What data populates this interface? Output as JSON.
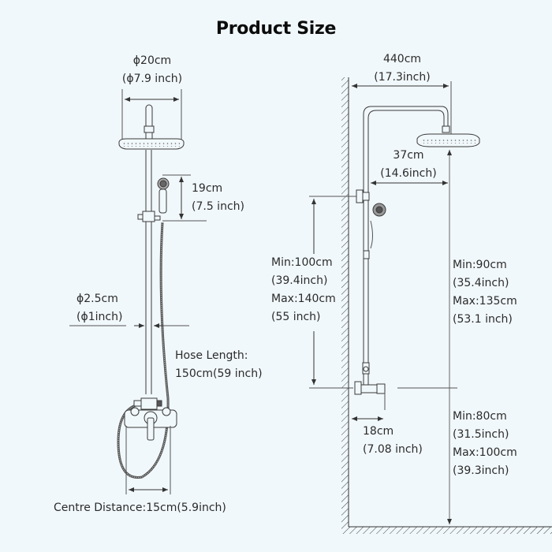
{
  "title": "Product Size",
  "left_view": {
    "head_diameter": {
      "cm": "ϕ20cm",
      "inch": "(ϕ7.9 inch)"
    },
    "handheld_length": {
      "cm": "19cm",
      "inch": "(7.5 inch)"
    },
    "pipe_diameter": {
      "cm": "ϕ2.5cm",
      "inch": "(ϕ1inch)"
    },
    "hose_length": {
      "label": "Hose Length:",
      "value": "150cm(59 inch)"
    },
    "centre_distance": "Centre Distance:15cm(5.9inch)"
  },
  "right_view": {
    "arm_reach": {
      "cm": "440cm",
      "inch": "(17.3inch)"
    },
    "head_offset": {
      "cm": "37cm",
      "inch": "(14.6inch)"
    },
    "rail_height": {
      "min": "Min:100cm",
      "min_inch": "(39.4inch)",
      "max": "Max:140cm",
      "max_inch": "(55 inch)"
    },
    "head_height": {
      "min": "Min:90cm",
      "min_inch": "(35.4inch)",
      "max": "Max:135cm",
      "max_inch": "(53.1 inch)"
    },
    "valve_depth": {
      "cm": "18cm",
      "inch": "(7.08 inch)"
    },
    "valve_height": {
      "min": "Min:80cm",
      "min_inch": "(31.5inch)",
      "max": "Max:100cm",
      "max_inch": "(39.3inch)"
    }
  },
  "colors": {
    "background": "#f1f8fb",
    "line": "#3a3a3a",
    "text": "#2b2b2b"
  }
}
